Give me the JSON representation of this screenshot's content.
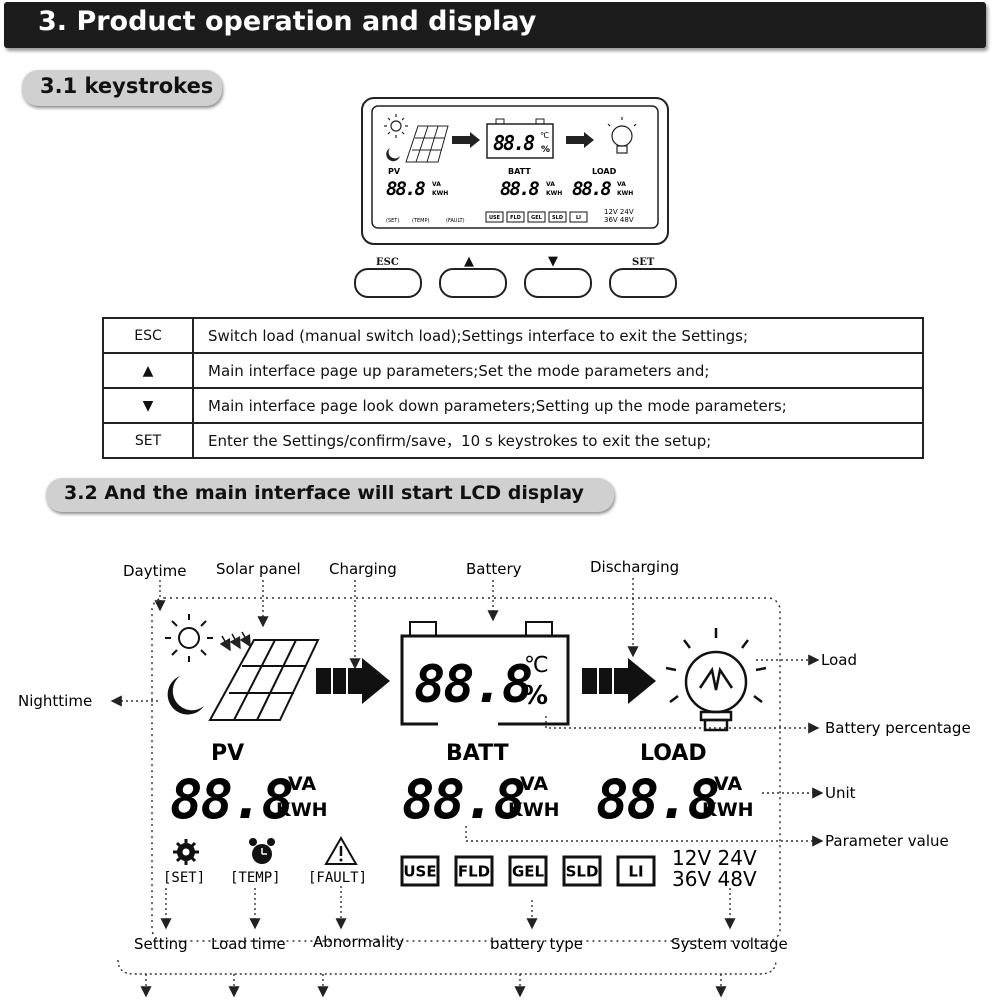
{
  "header": {
    "title": "3. Product operation and display"
  },
  "section1": {
    "title": "3.1 keystrokes"
  },
  "small_lcd": {
    "pv": "PV",
    "batt": "BATT",
    "load": "LOAD",
    "digits": "88.8",
    "unit_va": "VA",
    "unit_kwh": "KWH",
    "celsius": "℃",
    "percent": "%",
    "set": "(SET)",
    "temp": "(TEMP)",
    "fault": "(FAULT)",
    "types": [
      "USE",
      "FLD",
      "GEL",
      "SLD",
      "LI"
    ],
    "volts_row1": "12V 24V",
    "volts_row2": "36V 48V"
  },
  "buttons": {
    "esc": "ESC",
    "up": "▲",
    "down": "▼",
    "set": "SET"
  },
  "keys_table": [
    {
      "key": "ESC",
      "desc": "Switch load (manual switch load);Settings interface to exit the Settings;"
    },
    {
      "key": "▲",
      "desc": "Main interface page up parameters;Set the mode parameters and;"
    },
    {
      "key": "▼",
      "desc": "Main interface page look down parameters;Setting up the mode parameters;"
    },
    {
      "key": "SET",
      "desc": "Enter the Settings/confirm/save，10 s keystrokes to exit the setup;"
    }
  ],
  "section2": {
    "title": "3.2 And the main interface will start LCD display"
  },
  "annotations": {
    "daytime": "Daytime",
    "solar_panel": "Solar panel",
    "charging": "Charging",
    "battery": "Battery",
    "discharging": "Discharging",
    "load": "Load",
    "nighttime": "Nighttime",
    "battery_percentage": "Battery percentage",
    "unit": "Unit",
    "parameter_value": "Parameter value",
    "setting": "Setting",
    "load_time": "Load time",
    "abnormality": "Abnormality",
    "battery_type": "battery type",
    "system_voltage": "System voltage"
  },
  "big_lcd": {
    "pv": "PV",
    "batt": "BATT",
    "load": "LOAD",
    "digits": "88.8",
    "unit_va": "VA",
    "unit_kwh": "KWH",
    "celsius": "℃",
    "percent": "%",
    "set": "[SET]",
    "temp": "[TEMP]",
    "fault": "[FAULT]",
    "types": [
      "USE",
      "FLD",
      "GEL",
      "SLD",
      "LI"
    ],
    "volts_row1": "12V 24V",
    "volts_row2": "36V 48V"
  }
}
